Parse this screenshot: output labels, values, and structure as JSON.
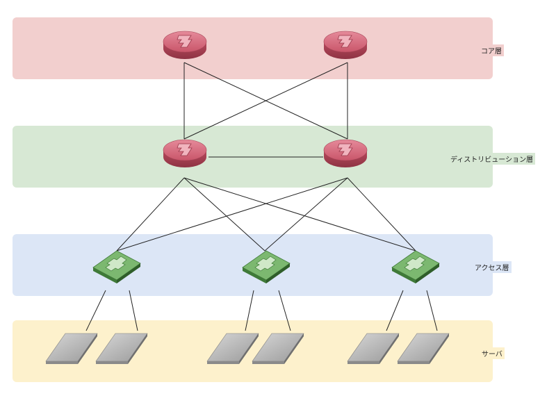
{
  "layers": {
    "core": "コア層",
    "distribution": "ディストリビューション層",
    "access": "アクセス層",
    "server": "サーバ"
  },
  "icons": {
    "core_routers": [
      "router-icon",
      "router-icon"
    ],
    "distribution_routers": [
      "router-icon",
      "router-icon"
    ],
    "access_switches": [
      "switch-icon",
      "switch-icon",
      "switch-icon"
    ],
    "servers": [
      "server-icon",
      "server-icon",
      "server-icon",
      "server-icon",
      "server-icon",
      "server-icon"
    ]
  },
  "colors": {
    "core_band": "#f2cfce",
    "distribution_band": "#d7e8d4",
    "access_band": "#dce6f6",
    "server_band": "#fdf1cc",
    "router": "#c9566a",
    "switch": "#5a9e52",
    "server": "#9a9a9a"
  }
}
